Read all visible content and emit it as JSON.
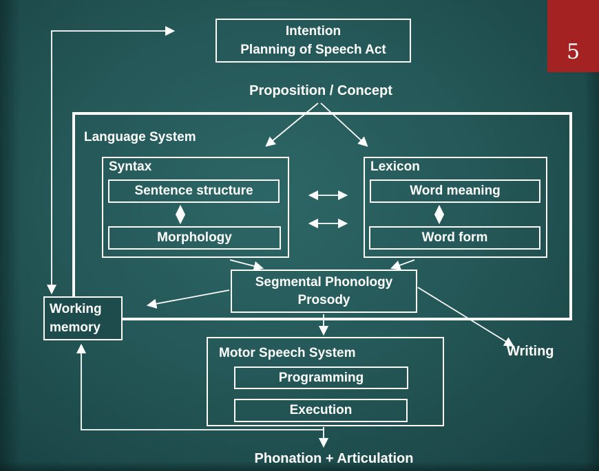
{
  "slide": {
    "page_number": "5"
  },
  "colors": {
    "background_center": "#2d6666",
    "background_edge": "#173f40",
    "page_tab_red": "#a42222",
    "line_and_border": "#ffffff",
    "text": "#ffffff"
  },
  "diagram": {
    "intention": {
      "line1": "Intention",
      "line2": "Planning of Speech Act"
    },
    "proposition_label": "Proposition / Concept",
    "language_system_label": "Language System",
    "syntax_label": "Syntax",
    "sentence_structure": "Sentence structure",
    "morphology": "Morphology",
    "lexicon_label": "Lexicon",
    "word_meaning": "Word meaning",
    "word_form": "Word form",
    "segmental": {
      "line1": "Segmental Phonology",
      "line2": "Prosody"
    },
    "working_memory": {
      "line1": "Working",
      "line2": "memory"
    },
    "motor_speech_label": "Motor Speech System",
    "programming": "Programming",
    "execution": "Execution",
    "writing_label": "Writing",
    "phonation_label": "Phonation + Articulation"
  }
}
